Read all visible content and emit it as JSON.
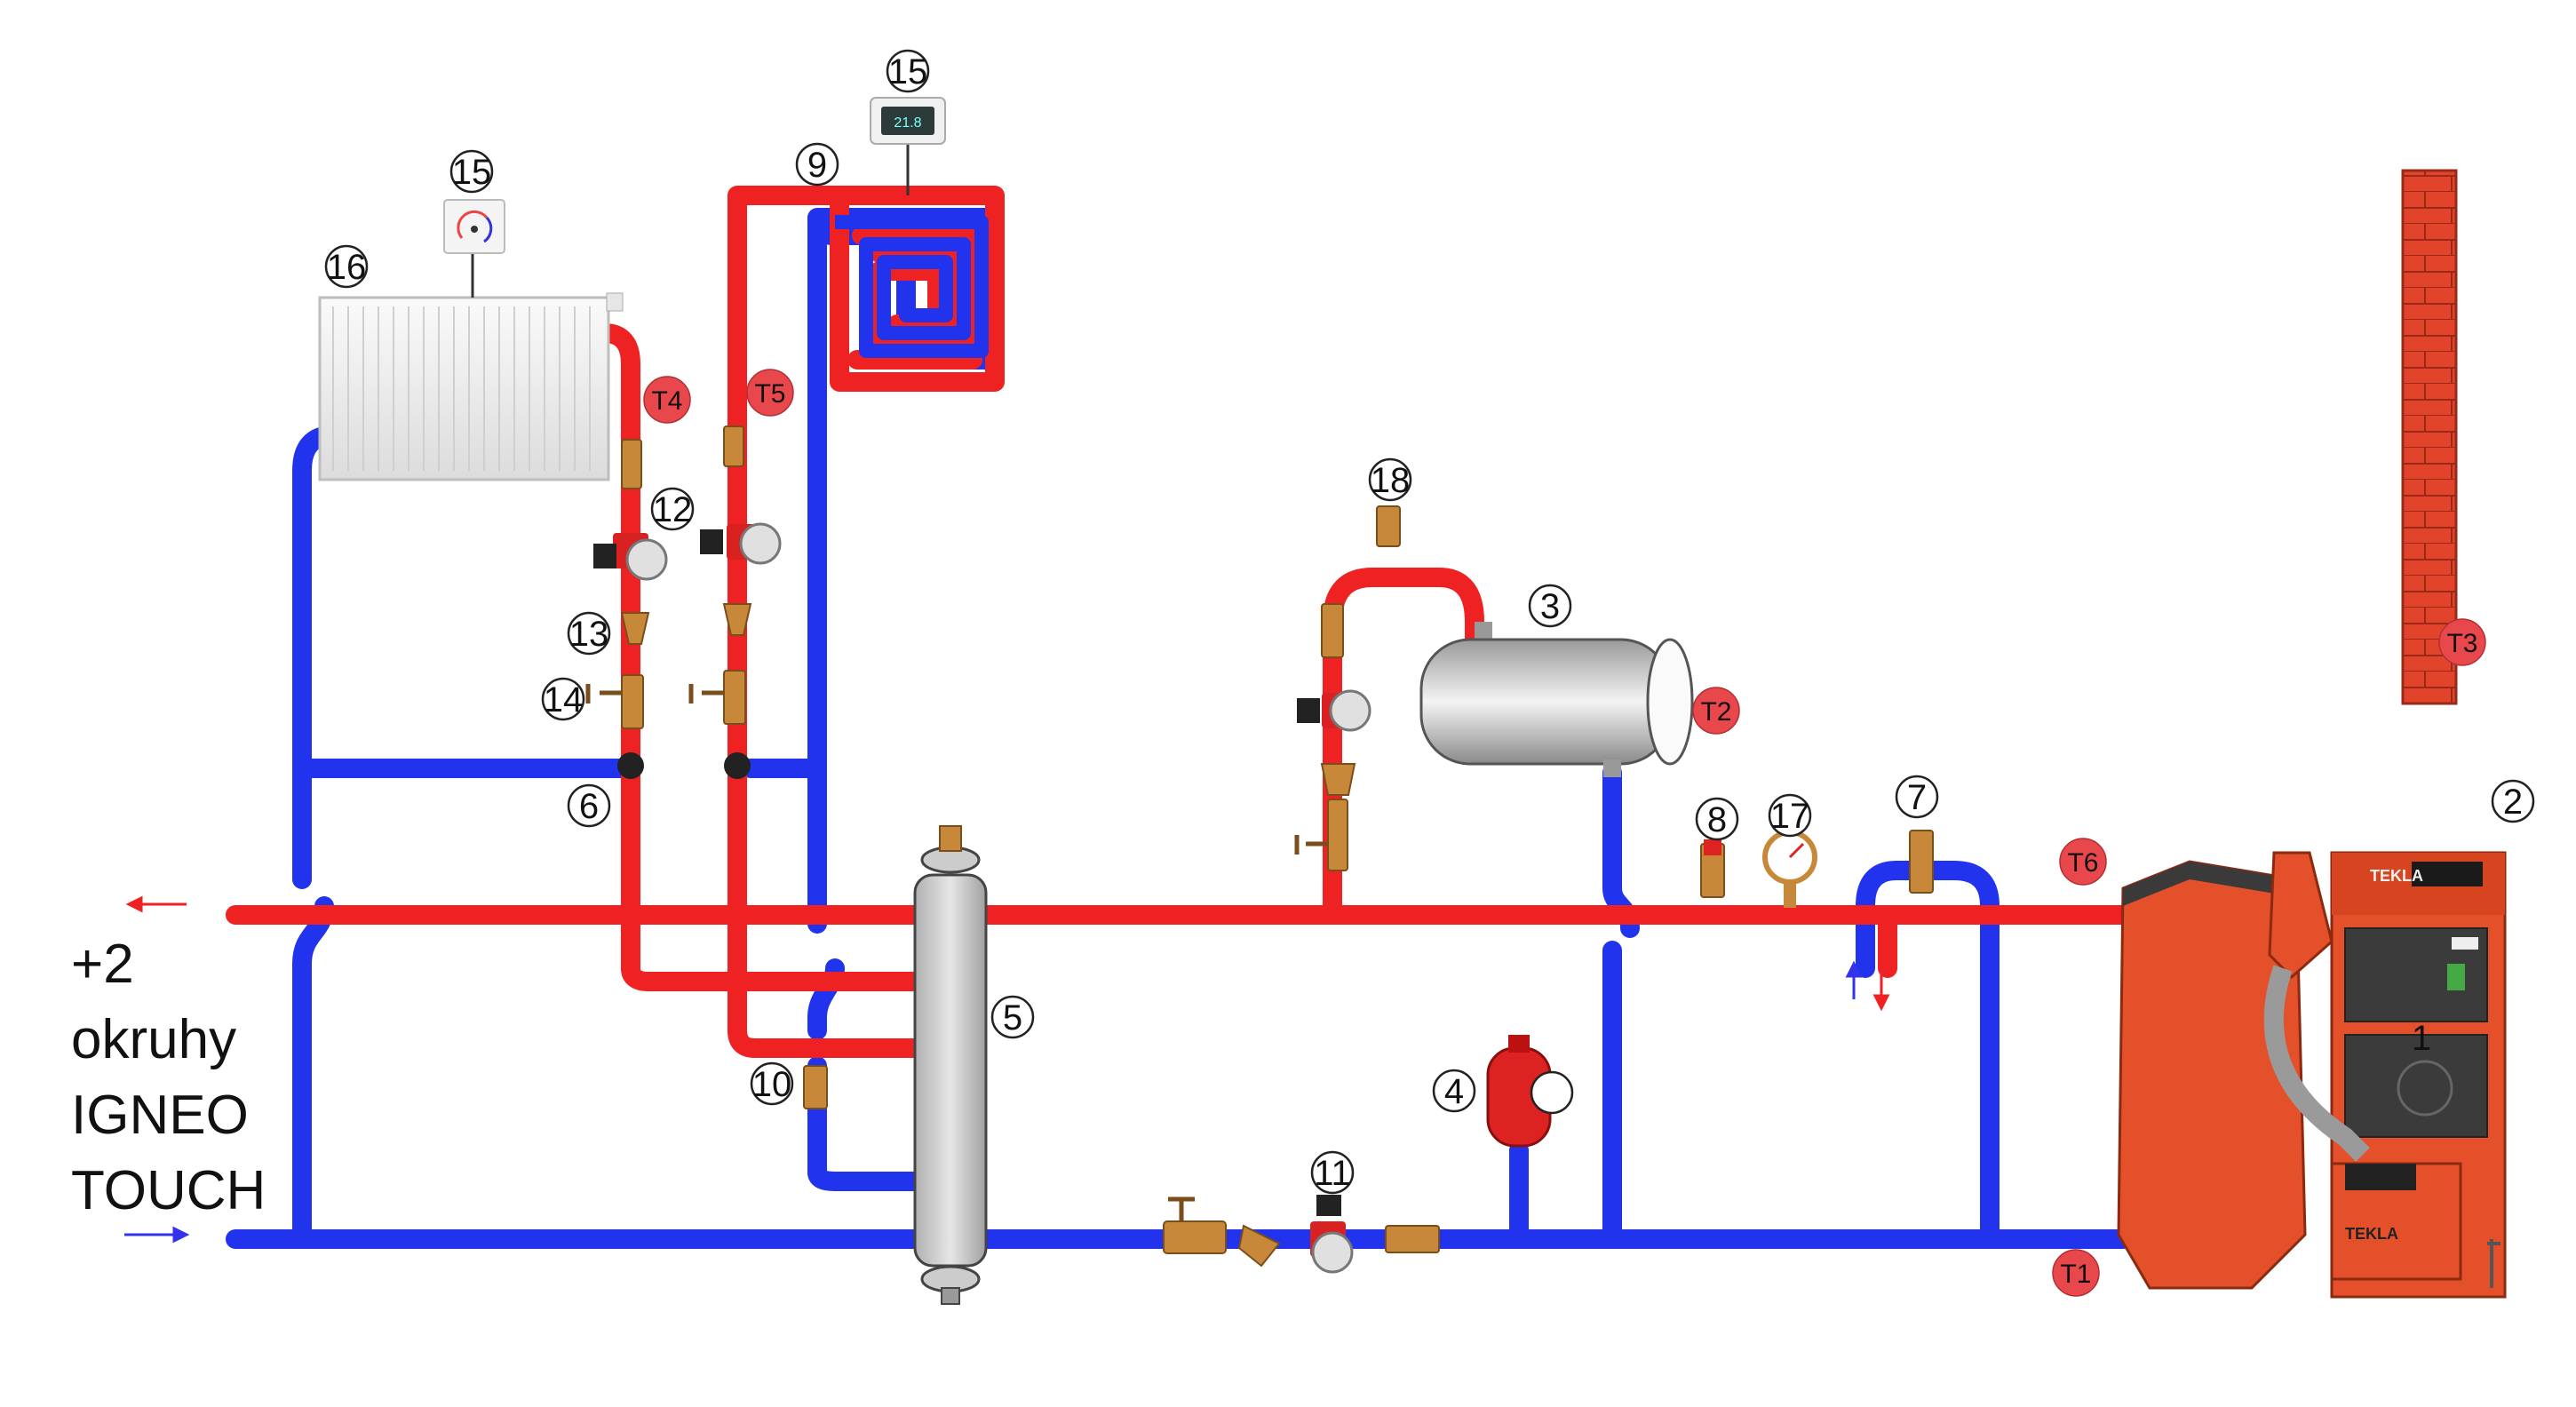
{
  "diagram": {
    "side_text": [
      "+2",
      "okruhy",
      "IGNEO",
      "TOUCH"
    ],
    "component_numbers": [
      "1",
      "2",
      "3",
      "4",
      "5",
      "6",
      "7",
      "8",
      "9",
      "10",
      "11",
      "12",
      "13",
      "14",
      "15",
      "15",
      "16",
      "17",
      "18"
    ],
    "sensors": [
      "T1",
      "T2",
      "T3",
      "T4",
      "T5",
      "T6"
    ],
    "thermostat_display": "21.8",
    "boiler_brand": "TEKLA",
    "burner_brand": "TEKLA",
    "colors": {
      "supply": "#ee2222",
      "return": "#2233ee",
      "sensor_badge": "#e8474c",
      "boiler": "#e4502a",
      "brass": "#c8883a",
      "brick": "#e2442b"
    }
  }
}
